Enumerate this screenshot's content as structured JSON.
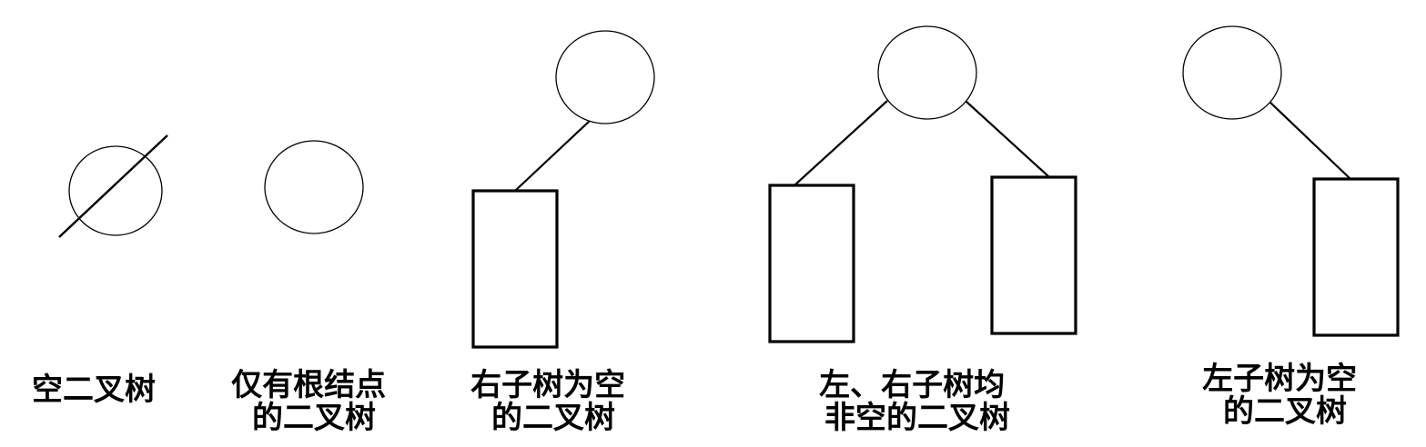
{
  "colors": {
    "stroke": "#000000",
    "background": "#ffffff"
  },
  "cases": [
    {
      "id": "empty",
      "caption": [
        "空二叉树"
      ]
    },
    {
      "id": "root-only",
      "caption": [
        "仅有根结点",
        "的二叉树"
      ]
    },
    {
      "id": "right-empty",
      "caption": [
        "右子树为空",
        "的二叉树"
      ]
    },
    {
      "id": "both-present",
      "caption": [
        "左、右子树均",
        "非空的二叉树"
      ]
    },
    {
      "id": "left-empty",
      "caption": [
        "左子树为空",
        "的二叉树"
      ]
    }
  ]
}
